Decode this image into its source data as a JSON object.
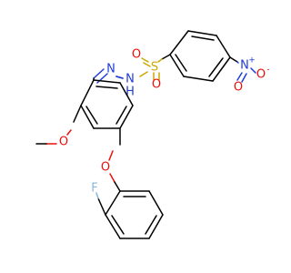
{
  "molecule": {
    "atoms": {
      "sulfur": "S",
      "oxygen": "O",
      "nitrogen": "N",
      "hydrogen": "H",
      "fluorine": "F",
      "plus": "+",
      "minus": "-"
    },
    "colors": {
      "carbon_bond": "#000000",
      "nitrogen": "#1f3bd8",
      "oxygen": "#e8100c",
      "sulfur": "#c9a800",
      "fluorine": "#88b7d9"
    }
  }
}
